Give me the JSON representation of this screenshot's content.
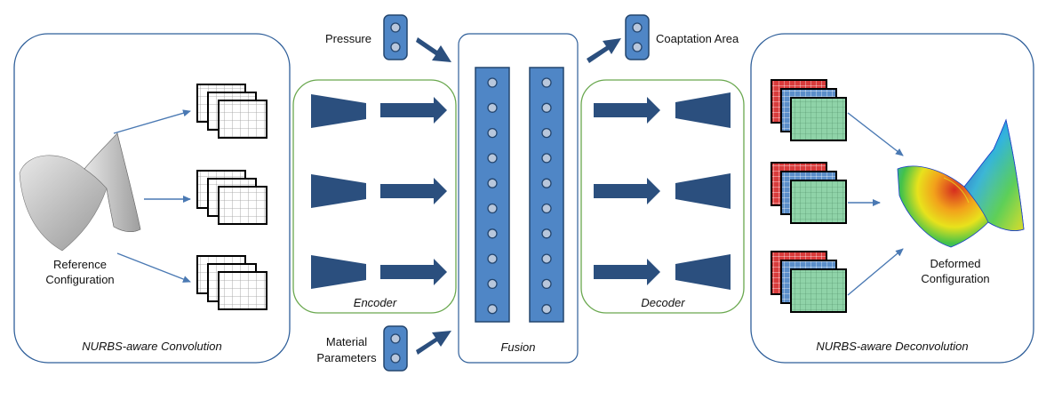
{
  "labels": {
    "pressure": "Pressure",
    "coaptation_area": "Coaptation Area",
    "material_line1": "Material",
    "material_line2": "Parameters",
    "reference_line1": "Reference",
    "reference_line2": "Configuration",
    "deformed_line1": "Deformed",
    "deformed_line2": "Configuration",
    "encoder": "Encoder",
    "decoder": "Decoder",
    "fusion": "Fusion",
    "nurbs_convolution": "NURBS-aware Convolution",
    "nurbs_deconvolution": "NURBS-aware Deconvolution"
  },
  "colors": {
    "panel_border": "#2f5f9a",
    "encoder_border": "#6aa84f",
    "block_fill": "#2b4f7e",
    "fusion_fill": "#4f86c6",
    "fusion_border": "#24466f",
    "node_fill": "#b8c7dc",
    "grid_red": "#d93b3b",
    "grid_blue": "#5b8ec9",
    "grid_green": "#8fd3a8"
  }
}
